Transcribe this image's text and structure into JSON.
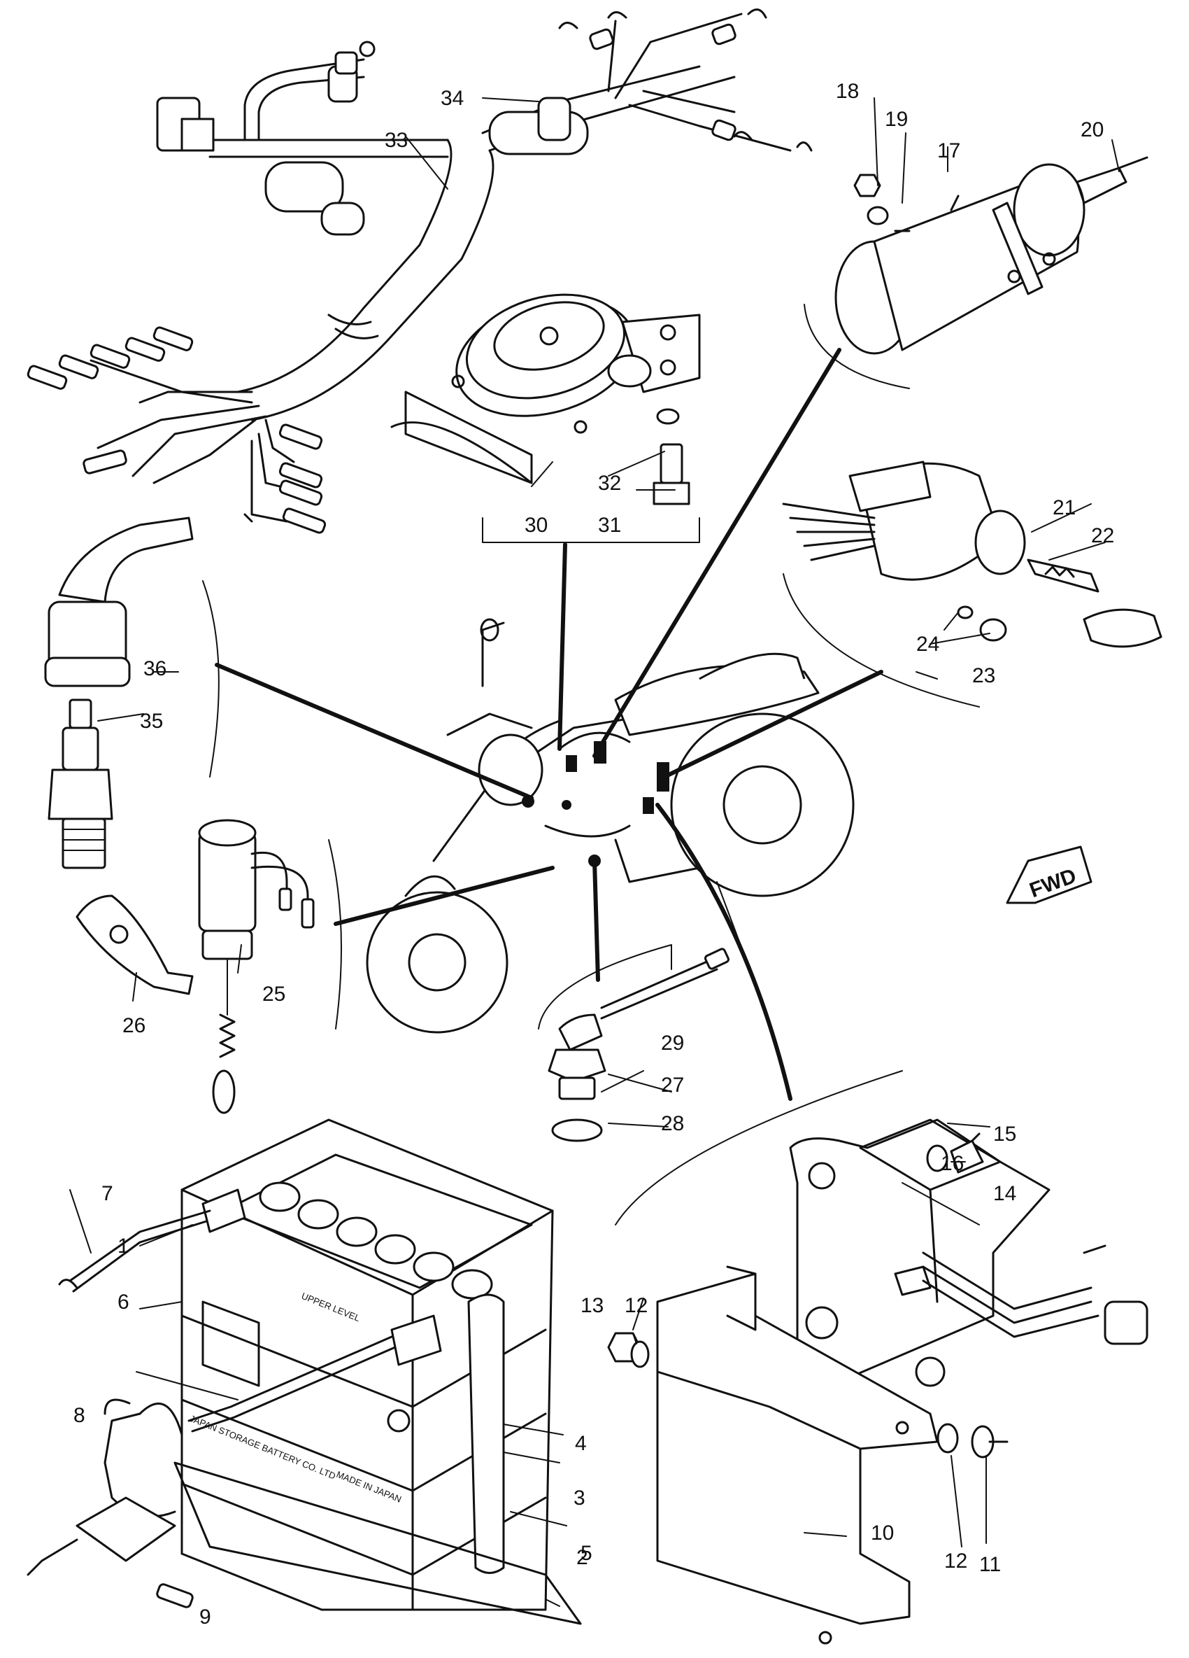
{
  "callouts": {
    "c1": "1",
    "c2": "2",
    "c3": "3",
    "c4": "4",
    "c5": "5",
    "c6": "6",
    "c7": "7",
    "c8": "8",
    "c9": "9",
    "c10": "10",
    "c11": "11",
    "c12a": "12",
    "c12b": "12",
    "c13": "13",
    "c14": "14",
    "c15": "15",
    "c16": "16",
    "c17": "17",
    "c18": "18",
    "c19": "19",
    "c20": "20",
    "c21": "21",
    "c22": "22",
    "c23": "23",
    "c24": "24",
    "c25": "25",
    "c26": "26",
    "c27": "27",
    "c28": "28",
    "c29": "29",
    "c30": "30",
    "c31": "31",
    "c32": "32",
    "c33": "33",
    "c34": "34",
    "c35": "35",
    "c36": "36"
  },
  "direction_label": "FWD",
  "battery_text": {
    "level": "UPPER LEVEL",
    "maker": "JAPAN STORAGE BATTERY CO. LTD",
    "origin": "MADE IN JAPAN"
  }
}
